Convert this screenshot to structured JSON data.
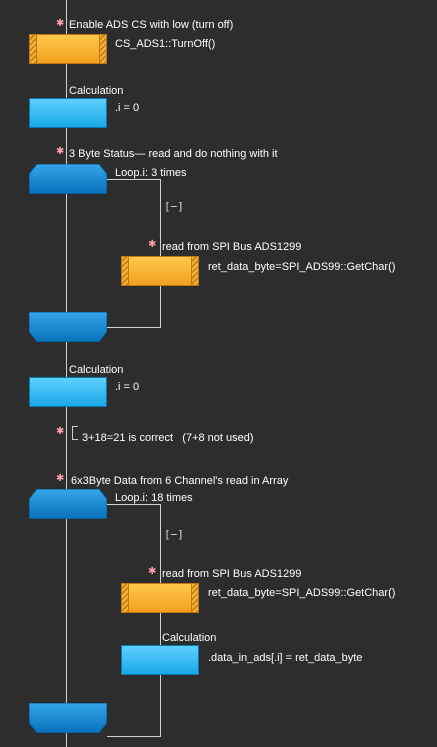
{
  "flow": {
    "s1": {
      "title": "Enable ADS CS with low (turn off)",
      "code": "CS_ADS1::TurnOff()"
    },
    "s2": {
      "title": "Calculation",
      "code": ".i = 0"
    },
    "s3": {
      "title": "3 Byte Status—  read and do nothing with it",
      "loop": "Loop.i: 3 times",
      "toggle": "[−]"
    },
    "s4": {
      "title": "read from SPI Bus ADS1299",
      "code": "ret_data_byte=SPI_ADS99::GetChar()"
    },
    "s5": {
      "title": "Calculation",
      "code": ".i = 0"
    },
    "s6": {
      "comment_a": "3+18=21 is correct",
      "comment_b": "(7+8 not used)"
    },
    "s7": {
      "title": "6x3Byte Data from 6 Channel's read in Array",
      "loop": "Loop.i: 18 times",
      "toggle": "[−]"
    },
    "s8": {
      "title": "read from SPI Bus ADS1299",
      "code": "ret_data_byte=SPI_ADS99::GetChar()"
    },
    "s9": {
      "title": "Calculation",
      "code": ".data_in_ads[.i] = ret_data_byte"
    }
  },
  "colors": {
    "background": "#2d2d2d",
    "macro": "#f2a020",
    "calculation": "#18a8e8",
    "loop": "#0a7dc8",
    "connector": "#d0d0d0",
    "comment_star": "#ff9fb0"
  },
  "icons": {
    "star": "comment-star-icon",
    "loop_start": "loop-start-icon",
    "loop_end": "loop-end-icon"
  }
}
